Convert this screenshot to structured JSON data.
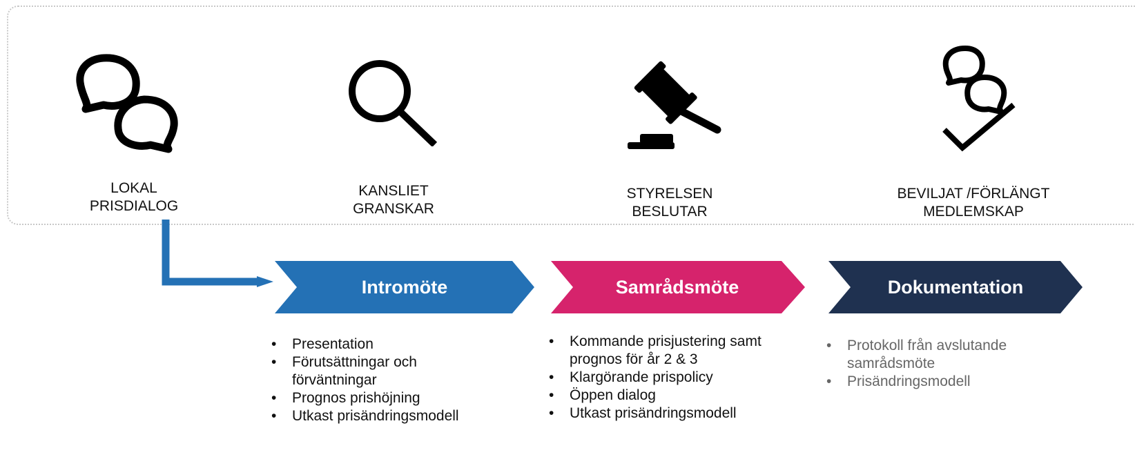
{
  "stages": [
    {
      "label_line1": "LOKAL",
      "label_line2": "PRISDIALOG",
      "icon": "speech-bubbles-icon"
    },
    {
      "label_line1": "KANSLIET",
      "label_line2": "GRANSKAR",
      "icon": "magnifier-icon"
    },
    {
      "label_line1": "STYRELSEN",
      "label_line2": "BESLUTAR",
      "icon": "gavel-icon"
    },
    {
      "label_line1": "BEVILJAT /FÖRLÄNGT",
      "label_line2": "MEDLEMSKAP",
      "icon": "speech-bubbles-check-icon"
    }
  ],
  "phases": [
    {
      "title": "Intromöte",
      "color": "#2471b5",
      "items": [
        "Presentation",
        "Förutsättningar och förväntningar",
        "Prognos prishöjning",
        "Utkast prisändringsmodell"
      ]
    },
    {
      "title": "Samrådsmöte",
      "color": "#d6236c",
      "items": [
        "Kommande prisjustering samt prognos för år 2 & 3",
        "Klargörande prispolicy",
        "Öppen dialog",
        "Utkast prisändringsmodell"
      ]
    },
    {
      "title": "Dokumentation",
      "color": "#1f3150",
      "items": [
        "Protokoll från avslutande samrådsmöte",
        "Prisändringsmodell"
      ]
    }
  ],
  "colors": {
    "arrow": "#2471b5",
    "icon": "#000000",
    "frame": "#c8c8c8"
  }
}
